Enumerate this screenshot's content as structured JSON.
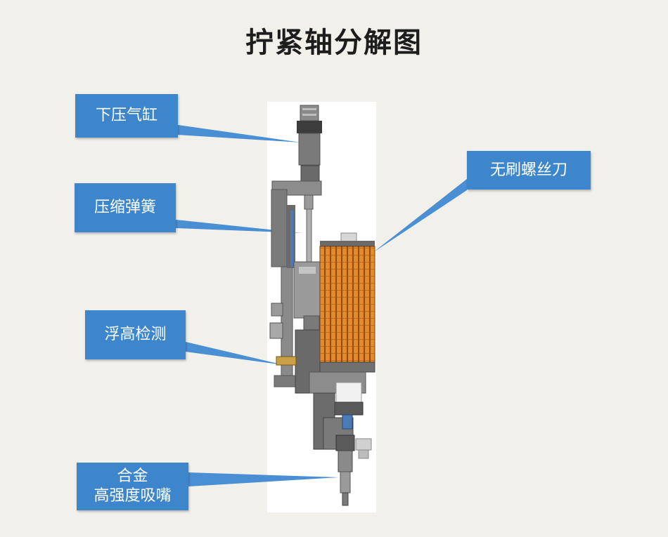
{
  "title": "拧紧轴分解图",
  "labels": {
    "cylinder": "下压气缸",
    "spring": "压缩弹簧",
    "float_detect": "浮高检测",
    "nozzle_line1": "合金",
    "nozzle_line2": "高强度吸嘴",
    "screwdriver": "无刷螺丝刀"
  },
  "colors": {
    "label_bg": "#3d86cc",
    "pointer": "#4a8fd4",
    "motor": "#e58a2a",
    "frame": "#6e6e6e",
    "background": "#f2f0ea"
  }
}
